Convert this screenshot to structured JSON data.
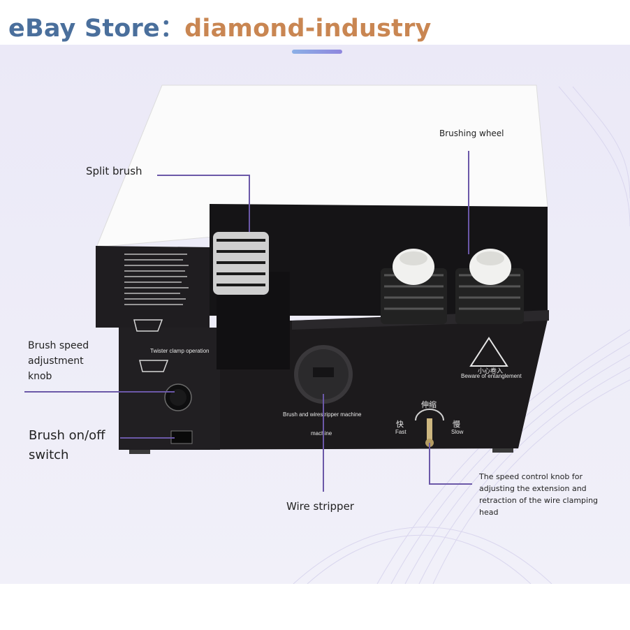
{
  "header": {
    "store_prefix": "eBay Store：",
    "store_name": "diamond-industry"
  },
  "labels": {
    "split_brush": "Split brush",
    "brushing_wheel": "Brushing wheel",
    "speed_knob": [
      "Brush speed",
      "adjustment",
      "knob"
    ],
    "on_off": [
      "Brush on/off",
      "switch"
    ],
    "wire_stripper": "Wire stripper",
    "speed_control": [
      "The speed control knob for",
      "adjusting the extension and",
      "retraction of the wire clamping",
      "head"
    ]
  },
  "machine_text": {
    "plate": "Brush and wirestripper machine",
    "plate_sub": "machine",
    "warning": "Beware of entanglement",
    "warning_cn": "小心卷入",
    "retract_cn": "伸缩",
    "fast_cn": "快",
    "slow_cn": "慢",
    "fast": "Fast",
    "slow": "Slow",
    "clamp_op": "Twister clamp operation"
  },
  "colors": {
    "accent_line": "#6b58a8",
    "store_prefix": "#4a6f9c",
    "store_name": "#c98652",
    "machine_body": "#1c1a1c"
  }
}
